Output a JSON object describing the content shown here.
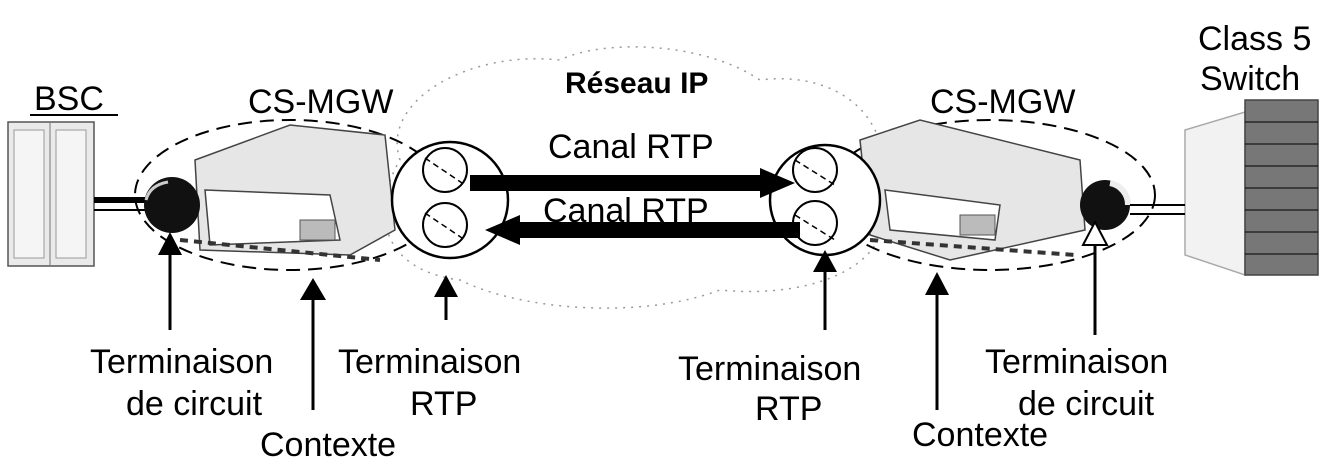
{
  "network": {
    "title": "Réseau IP",
    "channel_forward": "Canal RTP",
    "channel_reverse": "Canal RTP"
  },
  "left_side": {
    "bsc_label": "BSC",
    "mgw_label": "CS-MGW",
    "circuit_termination": [
      "Terminaison",
      "de circuit"
    ],
    "context_label": "Contexte",
    "rtp_termination": [
      "Terminaison",
      "RTP"
    ]
  },
  "right_side": {
    "switch_label": [
      "Class 5",
      "Switch"
    ],
    "mgw_label": "CS-MGW",
    "rtp_termination": [
      "Terminaison",
      "RTP"
    ],
    "context_label": "Contexte",
    "circuit_termination": [
      "Terminaison",
      "de circuit"
    ]
  },
  "colors": {
    "stroke": "#000000",
    "background": "#ffffff",
    "equipment_fill": "#d9d9d9"
  }
}
